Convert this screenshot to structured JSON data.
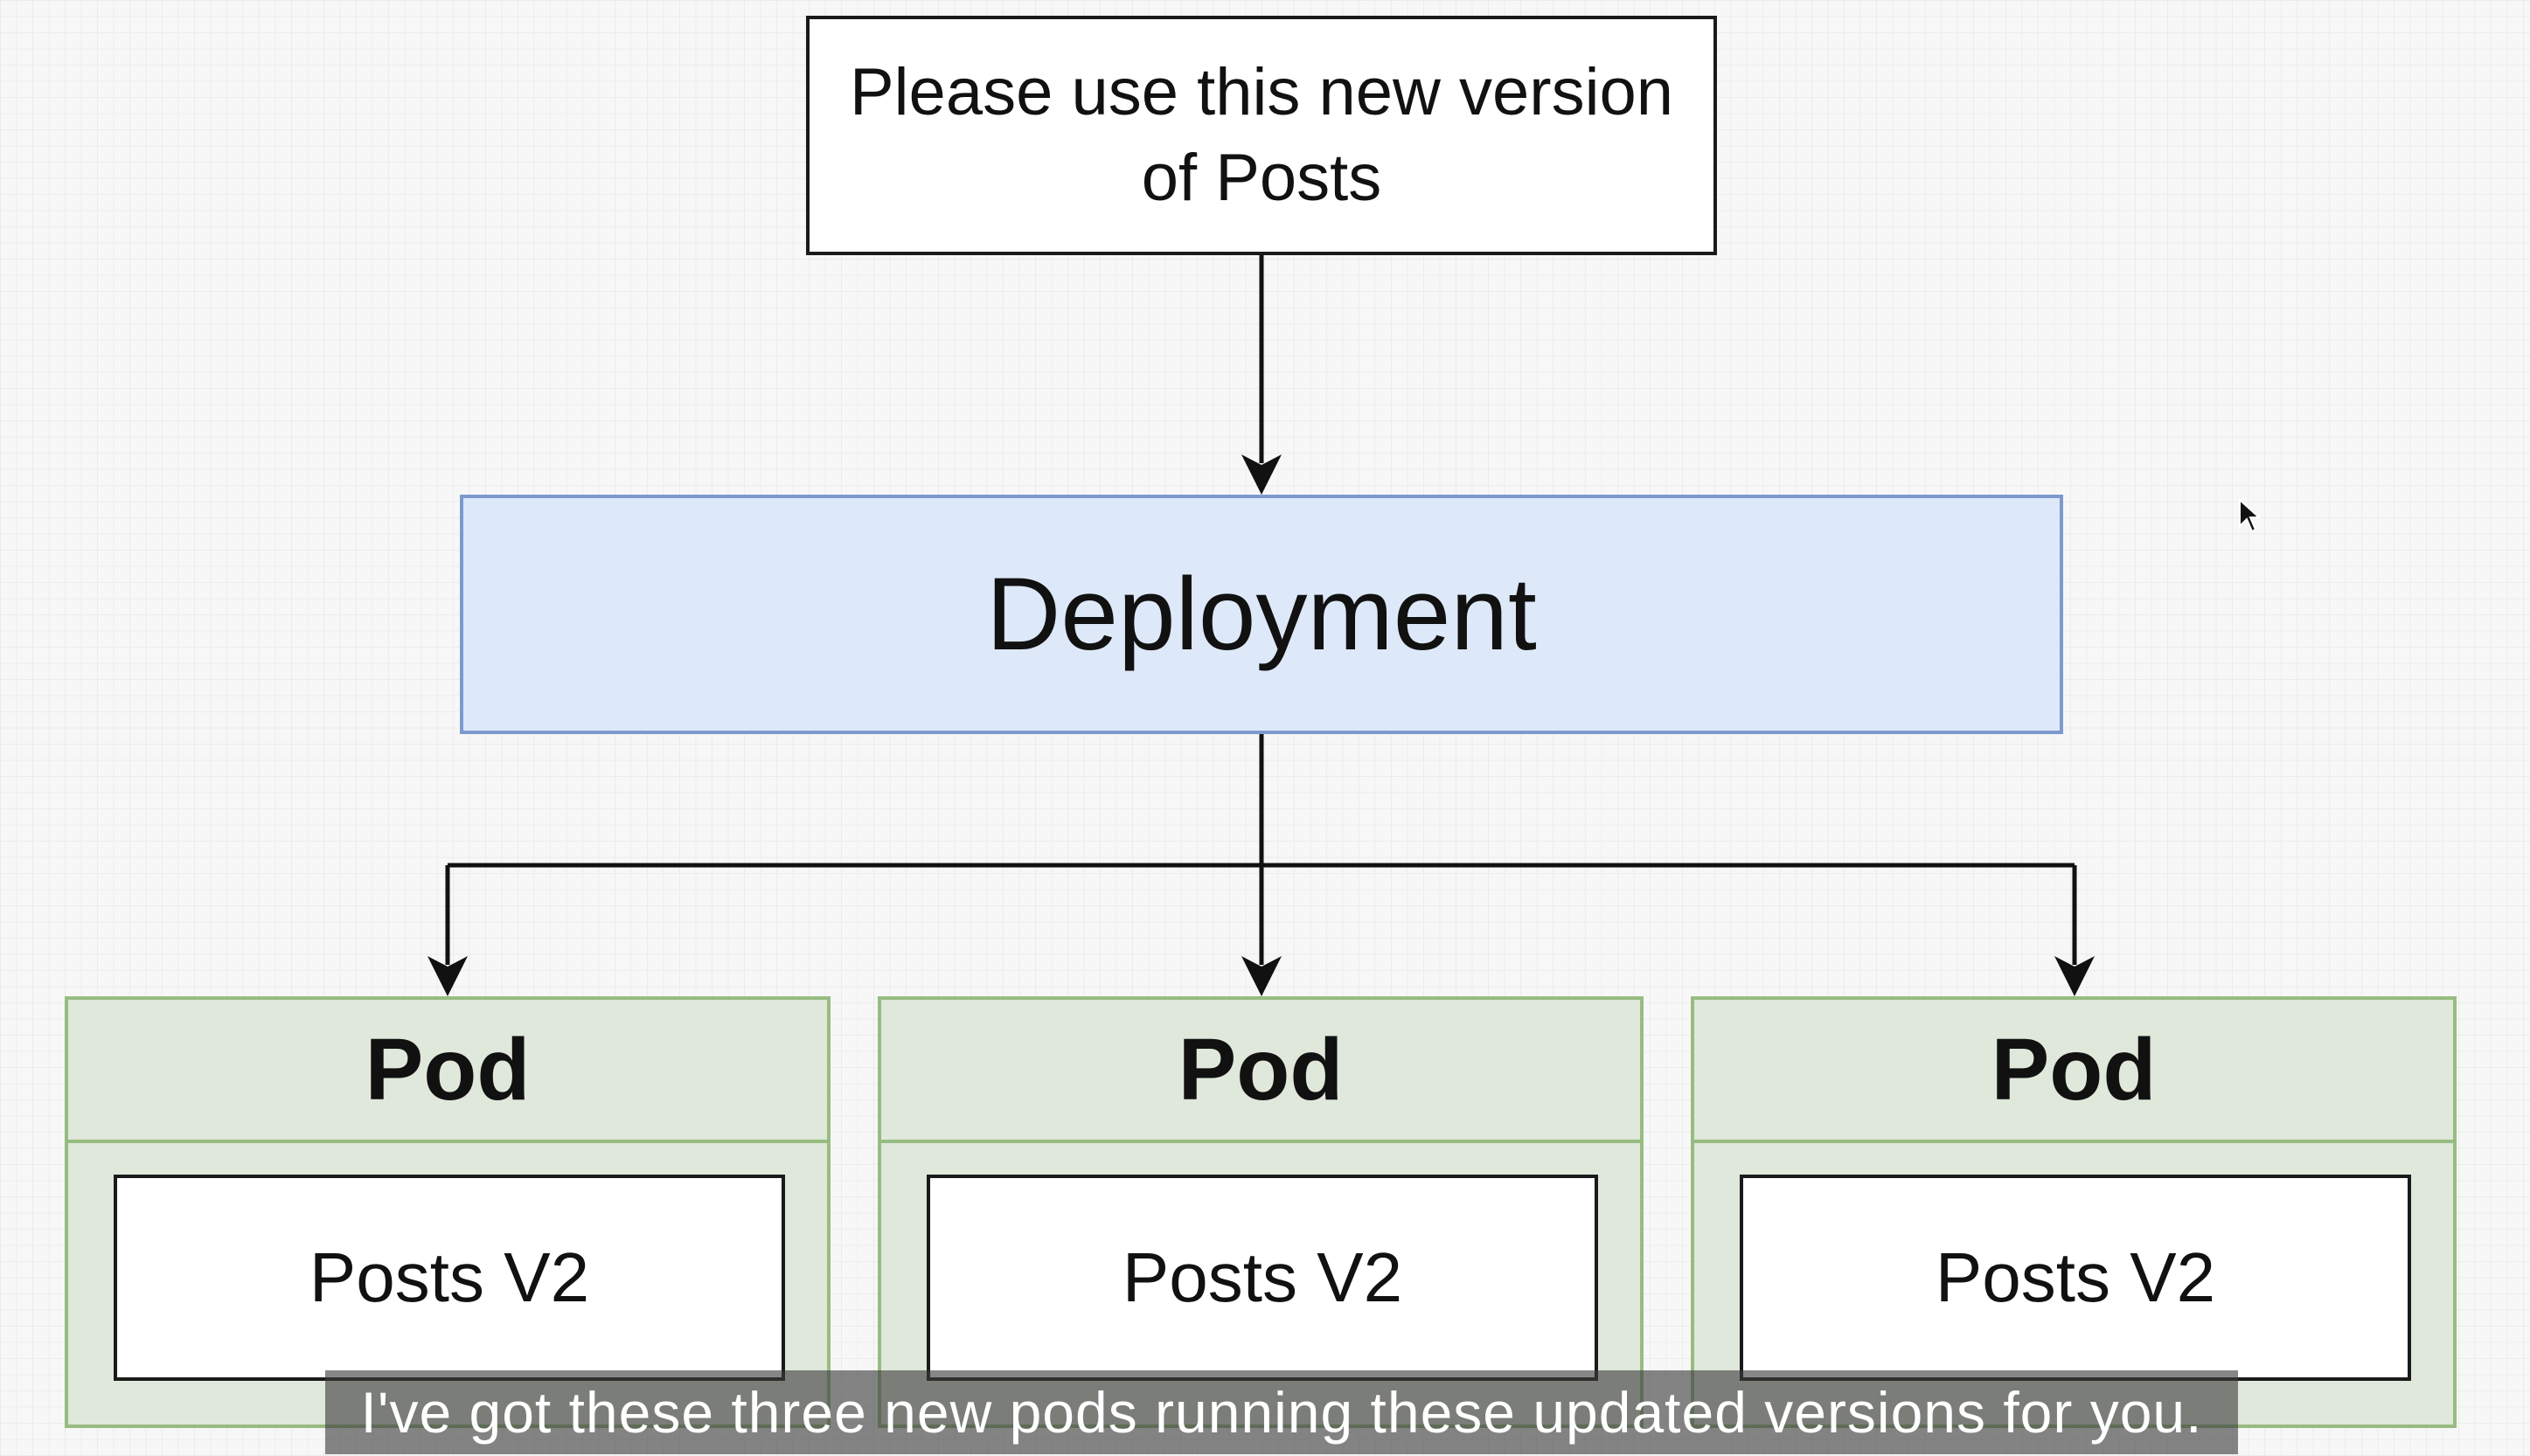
{
  "diagram": {
    "request": {
      "text": "Please use this new version\nof Posts"
    },
    "deployment": {
      "label": "Deployment"
    },
    "pods": [
      {
        "header": "Pod",
        "container": "Posts V2"
      },
      {
        "header": "Pod",
        "container": "Posts V2"
      },
      {
        "header": "Pod",
        "container": "Posts V2"
      }
    ]
  },
  "subtitle": {
    "text": "I've got these three new pods running these updated versions for you."
  },
  "colors": {
    "deployment_fill": "#dde8f8",
    "deployment_border": "#7d99cf",
    "pod_fill": "#dfe8da",
    "pod_border": "#97bc80"
  }
}
